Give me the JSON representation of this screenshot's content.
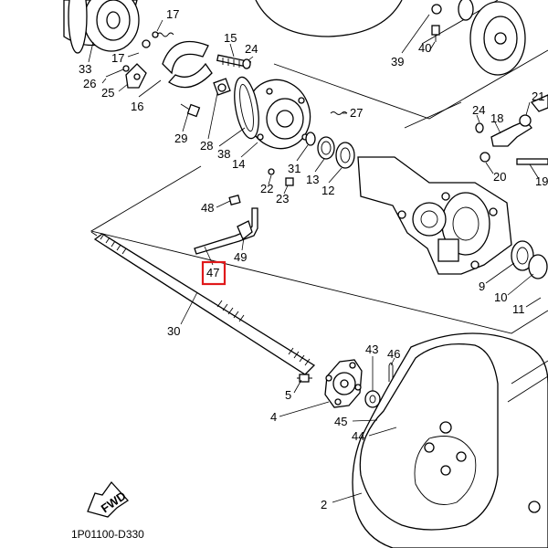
{
  "diagram": {
    "code": "1P01100-D330",
    "fwd_label": "FWD",
    "highlighted_part": "47",
    "labels": {
      "l33": "33",
      "l17a": "17",
      "l17b": "17",
      "l15": "15",
      "l24a": "24",
      "l40": "40",
      "l39": "39",
      "l26": "26",
      "l25": "25",
      "l16": "16",
      "l29": "29",
      "l28": "28",
      "l27": "27",
      "l24b": "24",
      "l18": "18",
      "l21": "21",
      "l38": "38",
      "l14": "14",
      "l31": "31",
      "l13": "13",
      "l12": "12",
      "l20": "20",
      "l19": "19",
      "l22": "22",
      "l23": "23",
      "l48": "48",
      "l49": "49",
      "l47": "47",
      "l9": "9",
      "l10": "10",
      "l11": "11",
      "l30": "30",
      "l43": "43",
      "l46": "46",
      "l5": "5",
      "l4": "4",
      "l45": "45",
      "l44": "44",
      "l2": "2"
    }
  }
}
